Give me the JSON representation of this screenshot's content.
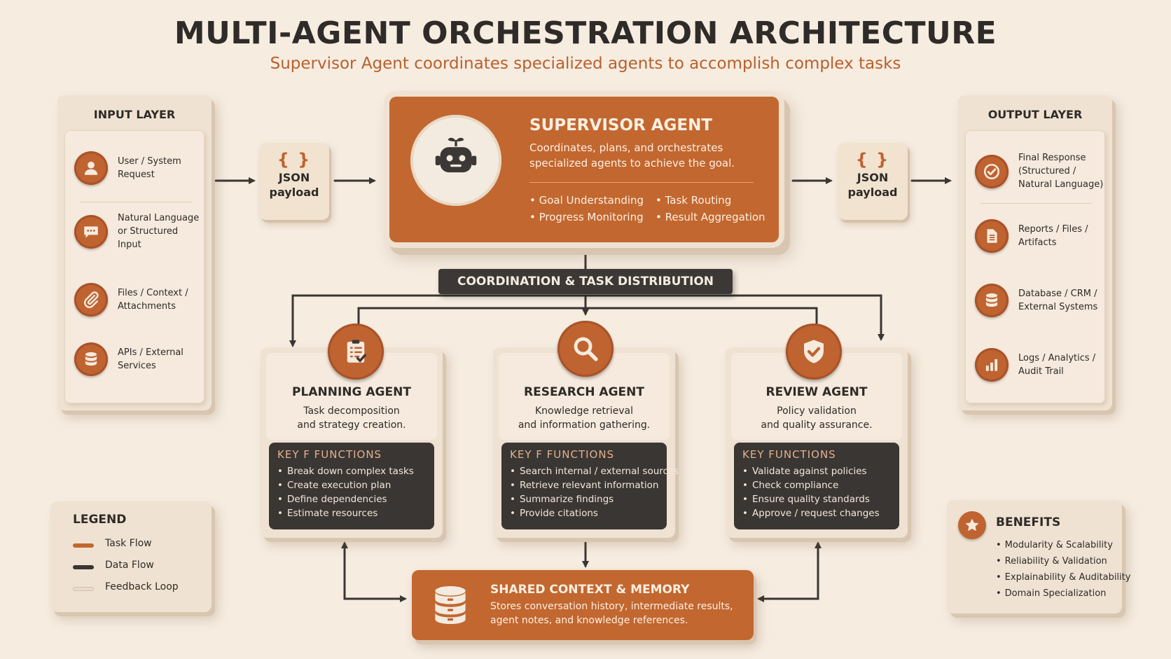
{
  "title": "MULTI-AGENT ORCHESTRATION ARCHITECTURE",
  "subtitle": "Supervisor Agent coordinates specialized agents to accomplish complex tasks",
  "colors": {
    "accent": "#c2672f",
    "dark": "#3a3633",
    "background": "#f6ece0",
    "panel": "#efe2d2"
  },
  "input_layer": {
    "title": "INPUT LAYER",
    "items": [
      {
        "icon": "user-icon",
        "label": "User / System\nRequest"
      },
      {
        "icon": "chat-bubble-icon",
        "label": "Natural Language\nor Structured\nInput"
      },
      {
        "icon": "paperclip-icon",
        "label": "Files / Context /\nAttachments"
      },
      {
        "icon": "database-icon",
        "label": "APIs / External\nServices"
      }
    ]
  },
  "json_payload": {
    "brace": "{ }",
    "line1": "JSON",
    "line2": "payload"
  },
  "supervisor": {
    "title": "SUPERVISOR AGENT",
    "description": "Coordinates, plans, and orchestrates\nspecialized agents to achieve the goal.",
    "bullets": [
      "Goal Understanding",
      "Task Routing",
      "Progress Monitoring",
      "Result Aggregation"
    ]
  },
  "coordination_banner": "COORDINATION & TASK DISTRIBUTION",
  "output_layer": {
    "title": "OUTPUT LAYER",
    "items": [
      {
        "icon": "check-circle-icon",
        "label": "Final Response\n(Structured /\nNatural Language)"
      },
      {
        "icon": "document-icon",
        "label": "Reports / Files /\nArtifacts"
      },
      {
        "icon": "database-icon",
        "label": "Database / CRM /\nExternal Systems"
      },
      {
        "icon": "bar-chart-icon",
        "label": "Logs / Analytics /\nAudit Trail"
      }
    ]
  },
  "agents": [
    {
      "icon": "clipboard-checklist-icon",
      "title": "PLANNING AGENT",
      "description": "Task decomposition\nand strategy creation.",
      "functions_title": "KEY F FUNCTIONS",
      "functions": [
        "Break down complex tasks",
        "Create execution plan",
        "Define dependencies",
        "Estimate resources"
      ]
    },
    {
      "icon": "magnifier-icon",
      "title": "RESEARCH AGENT",
      "description": "Knowledge retrieval\nand information gathering.",
      "functions_title": "KEY F FUNCTIONS",
      "functions": [
        "Search internal / external sources",
        "Retrieve relevant information",
        "Summarize findings",
        "Provide citations"
      ]
    },
    {
      "icon": "shield-check-icon",
      "title": "REVIEW AGENT",
      "description": "Policy validation\nand quality assurance.",
      "functions_title": "KEY FUNCTIONS",
      "functions": [
        "Validate against policies",
        "Check compliance",
        "Ensure quality standards",
        "Approve / request changes"
      ]
    }
  ],
  "shared_memory": {
    "icon": "database-stack-icon",
    "title": "SHARED CONTEXT & MEMORY",
    "description": "Stores conversation history, intermediate results,\nagent notes, and knowledge references."
  },
  "legend": {
    "title": "LEGEND",
    "items": [
      {
        "label": "Task Flow",
        "color": "#c2672f"
      },
      {
        "label": "Data Flow",
        "color": "#3a3633"
      },
      {
        "label": "Feedback Loop",
        "color": "#e9dccb"
      }
    ]
  },
  "benefits": {
    "icon": "star-icon",
    "title": "BENEFITS",
    "items": [
      "Modularity & Scalability",
      "Reliability & Validation",
      "Explainability & Auditability",
      "Domain Specialization"
    ]
  }
}
